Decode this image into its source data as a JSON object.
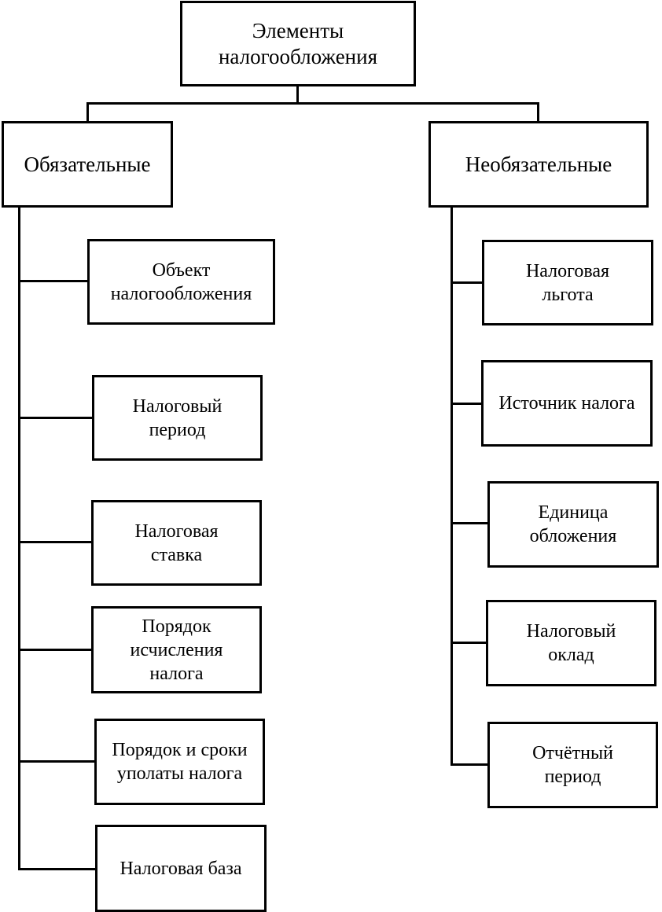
{
  "diagram": {
    "root": {
      "label": "Элементы\nналогообложения"
    },
    "groups": {
      "mandatory": {
        "label": "Обязательные",
        "items": [
          "Объект\nналогообложения",
          "Налоговый\nпериод",
          "Налоговая\nставка",
          "Порядок\nисчисления\nналога",
          "Порядок и сроки\nуполаты налога",
          "Налоговая база"
        ]
      },
      "optional": {
        "label": "Необязательные",
        "items": [
          "Налоговая\nльгота",
          "Источник налога",
          "Единица\nобложения",
          "Налоговый\nоклад",
          "Отчётный\nпериод"
        ]
      }
    }
  }
}
